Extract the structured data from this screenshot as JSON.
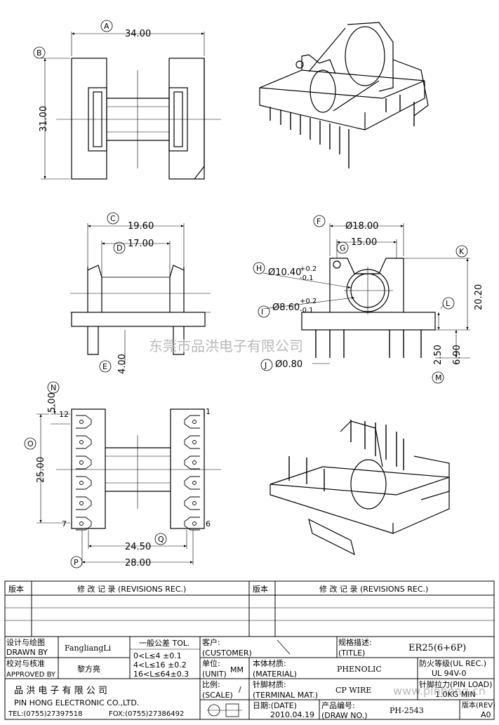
{
  "watermark": "东莞市品洪电子有限公司",
  "watermark_url": "www.pinhong.cn",
  "dimensions": {
    "A": {
      "letter": "A",
      "value": "34.00"
    },
    "B": {
      "letter": "B",
      "value": "31.00"
    },
    "C": {
      "letter": "C",
      "value": "19.60"
    },
    "D": {
      "letter": "D",
      "value": "17.00"
    },
    "E": {
      "letter": "E",
      "value": "4.00"
    },
    "F": {
      "letter": "F",
      "value": "Ø18.00"
    },
    "G": {
      "letter": "G",
      "value": "15.00"
    },
    "H": {
      "letter": "H",
      "value": "Ø10.40",
      "tol_plus": "+0.2",
      "tol_minus": "-0.1"
    },
    "I": {
      "letter": "I",
      "value": "Ø8.60",
      "tol_plus": "+0.2",
      "tol_minus": "-0.1"
    },
    "J": {
      "letter": "J",
      "value": "Ø0.80"
    },
    "K": {
      "letter": "K",
      "value": "20.20"
    },
    "L": {
      "letter": "L",
      "value": "2.50"
    },
    "M": {
      "letter": "M",
      "value": "6.90"
    },
    "N": {
      "letter": "N",
      "value": "5.00"
    },
    "O": {
      "letter": "O",
      "value": "25.00"
    },
    "P": {
      "letter": "P",
      "value": "28.00"
    },
    "Q": {
      "letter": "Q",
      "value": "24.50"
    }
  },
  "pin_labels": {
    "p12": "12",
    "p1": "1",
    "p7": "7",
    "p6": "6"
  },
  "revisions": {
    "col_version": "版本",
    "col_record": "修 改 记 录  (REVISIONS REC.)"
  },
  "title_block": {
    "designed_label": "设计与绘图",
    "designed_label_en": "DRAWN BY",
    "designer": "FangliangLi",
    "approved_label": "校对与核准",
    "approved_label_en": "APPROVED BY",
    "approver": "黎方亮",
    "tol_title": "一般公差 TOL.",
    "tol_rows": [
      "0<L≤4  ±0.1",
      "4<L≤16 ±0.2",
      "16<L≤64±0.3"
    ],
    "company_cn": "品 洪 电 子 有 限 公 司",
    "company_en": "PIN HONG ELECTRONIC CO.,LTD.",
    "tel": "TEL:(0755)27397518",
    "fax": "FOX:(0755)27386492",
    "customer_label": "客户:",
    "customer_label_en": "(CUSTOMER)",
    "customer_value": "/",
    "unit_label": "单位:",
    "unit_label_en": "(UNIT)",
    "unit_value": "MM",
    "material_label": "本体材质:",
    "material_label_en": "(MATERIAL)",
    "material_value": "PHENOLIC",
    "scale_label": "比例:",
    "scale_label_en": "(SCALE)",
    "scale_value": "/",
    "terminal_label": "针脚材质:",
    "terminal_label_en": "(TERMINAL MAT.)",
    "terminal_value": "CP WIRE",
    "date_label": "日期:(DATE)",
    "date_value": "2010.04.19",
    "title_label": "规格描述:",
    "title_label_en": "(TITLE)",
    "title_value": "ER25(6+6P)",
    "flame_label": "防火等级(UL REC.)",
    "flame_value": "UL 94V-0",
    "pin_load_label": "针脚拉力(PIN LOAD)",
    "pin_load_value": "1.0KG  MIN",
    "drawno_label": "产品编号:",
    "drawno_label_en": "(DRAW NO.)",
    "drawno_value": "PH-2543",
    "rev_label": "版本(REV)",
    "rev_value": "A0"
  }
}
